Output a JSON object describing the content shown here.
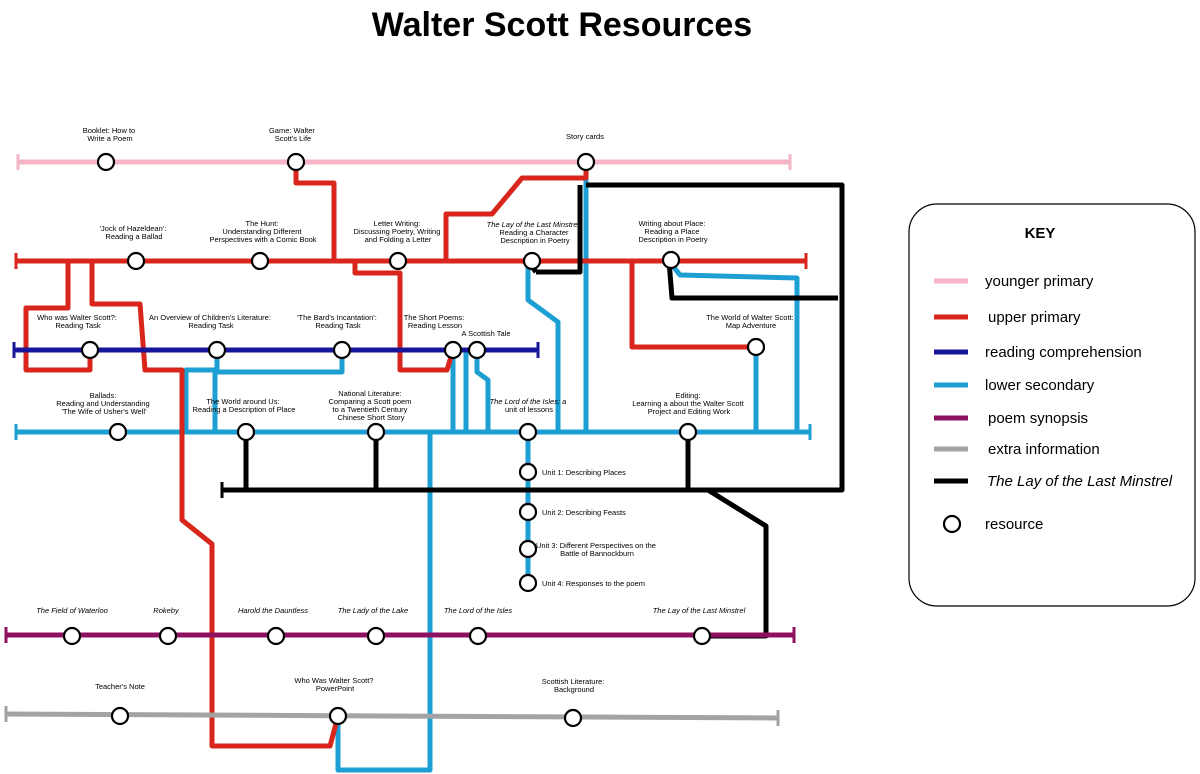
{
  "title": "Walter Scott Resources",
  "colors": {
    "younger_primary": "#f4b6c6",
    "upper_primary": "#d9261c",
    "reading_comprehension": "#17169a",
    "lower_secondary": "#1e9fd3",
    "poem_synopsis": "#8e1160",
    "extra_information": "#a3a3a3",
    "lay_of_the_last_minstrel": "#000000"
  },
  "stations": {
    "booklet_poem": [
      "Booklet: How to",
      "Write a Poem"
    ],
    "game_scott_life": [
      "Game: Walter",
      "Scott's Life"
    ],
    "story_cards": [
      "Story cards"
    ],
    "jock_hazeldean": [
      "'Jock of Hazeldean':",
      "Reading a Ballad"
    ],
    "the_hunt": [
      "The Hunt:",
      "Understanding Different",
      "Perspectives with a Comic Book"
    ],
    "letter_writing": [
      "Letter Writing:",
      "Discussing Poetry, Writing",
      "and Folding a Letter"
    ],
    "lay_char_desc": [
      "The Lay of the Last Minstrel:",
      "Reading a Character",
      "Description in Poetry"
    ],
    "writing_place": [
      "Writing about Place:",
      "Reading a Place",
      "Description in Poetry"
    ],
    "who_was_scott_task": [
      "Who was Walter Scott?:",
      "Reading Task"
    ],
    "overview_childrens_lit": [
      "An Overview of Children's Literature:",
      "Reading Task"
    ],
    "bards_incantation": [
      "'The Bard's Incantation':",
      "Reading Task"
    ],
    "short_poems": [
      "The Short Poems:",
      "Reading Lesson"
    ],
    "scottish_tale": [
      "A Scottish Tale"
    ],
    "world_scott_map": [
      "The World of Walter Scott:",
      "Map Adventure"
    ],
    "ballads": [
      "Ballads:",
      "Reading and Understanding",
      "'The Wife of Usher's Well'"
    ],
    "world_around_us": [
      "The World around Us:",
      "Reading a Description of Place"
    ],
    "national_literature": [
      "National Literature:",
      "Comparing a Scott poem",
      "to a Twentieth Century",
      "Chinese Short Story"
    ],
    "lord_isles_unit": [
      "The Lord of the Isles: a",
      "unit of lessons"
    ],
    "editing": [
      "Editing:",
      "Learning a about the Walter Scott",
      "Project and Editing Work"
    ],
    "unit1": [
      "Unit 1: Describing Places"
    ],
    "unit2": [
      "Unit 2: Describing Feasts"
    ],
    "unit3": [
      "Unit 3: Different Perspectives on the",
      "Battle of Bannockburn"
    ],
    "unit4": [
      "Unit 4: Responses to the poem"
    ],
    "field_waterloo": [
      "The Field of Waterloo"
    ],
    "rokeby": [
      "Rokeby"
    ],
    "harold_dauntless": [
      "Harold the Dauntless"
    ],
    "lady_lake": [
      "The Lady of the Lake"
    ],
    "lord_isles": [
      "The Lord of the Isles"
    ],
    "lay_minstrel": [
      "The Lay of the Last Minstrel"
    ],
    "teachers_note": [
      "Teacher's Note"
    ],
    "who_was_ppt": [
      "Who Was Walter Scott?",
      "PowerPoint"
    ],
    "scottish_lit_bg": [
      "Scottish Literature:",
      "Background"
    ]
  },
  "key": {
    "title": "KEY",
    "items": [
      {
        "label": "younger primary",
        "color": "#f4b6c6",
        "italic": false
      },
      {
        "label": "upper primary",
        "color": "#d9261c",
        "italic": false
      },
      {
        "label": "reading comprehension",
        "color": "#17169a",
        "italic": false
      },
      {
        "label": "lower secondary",
        "color": "#1e9fd3",
        "italic": false
      },
      {
        "label": "poem synopsis",
        "color": "#8e1160",
        "italic": false
      },
      {
        "label": "extra information",
        "color": "#a3a3a3",
        "italic": false
      },
      {
        "label": "The Lay of the Last Minstrel",
        "color": "#000000",
        "italic": true
      }
    ],
    "resource_label": "resource"
  }
}
